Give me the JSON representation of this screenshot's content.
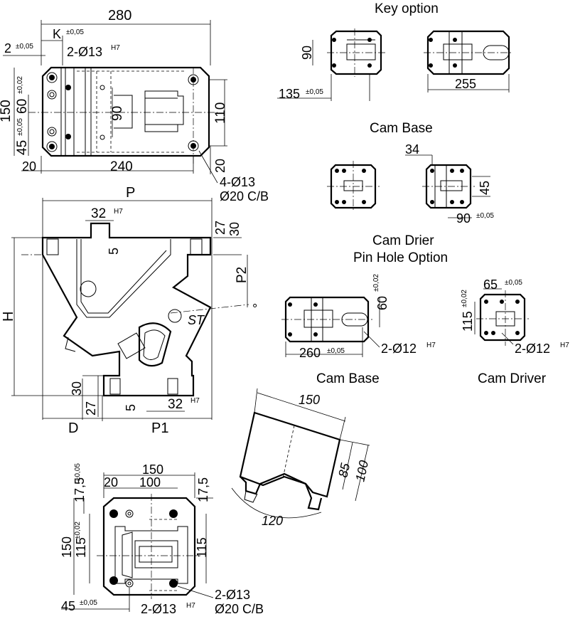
{
  "sections": {
    "key_option": "Key option",
    "cam_base_1": "Cam Base",
    "cam_drier": "Cam Drier",
    "pin_hole_option": "Pin Hole Option",
    "cam_base_2": "Cam Base",
    "cam_driver": "Cam Driver"
  },
  "top_view": {
    "d280": "280",
    "k": "K",
    "tol_005": "±0,05",
    "d2": "2",
    "holes_2_13": "2-Ø13",
    "h7": "H7",
    "d150": "150",
    "d60": "60",
    "tol_002": "±0,02",
    "d90": "90",
    "d45": "45",
    "d110": "110",
    "d20_left": "20",
    "d240": "240",
    "d20_right": "20",
    "holes_4_13": "4-Ø13",
    "cb20": "Ø20 C/B"
  },
  "side_view": {
    "p": "P",
    "d32": "32",
    "h7": "H7",
    "d27": "27",
    "d30": "30",
    "d5": "5",
    "p2": "P2",
    "deg": "°",
    "st": "ST",
    "h": "H",
    "d30b": "30",
    "d27b": "27",
    "d5b": "5",
    "d32b": "32",
    "h7b": "H7",
    "d": "D",
    "p1": "P1"
  },
  "key_option": {
    "d90": "90",
    "d135": "135",
    "tol": "±0,05",
    "d255": "255"
  },
  "cam_base_1": {
    "d34": "34",
    "d45": "45",
    "d90": "90",
    "tol": "±0,05"
  },
  "pin_hole": {
    "d60": "60",
    "tol60": "±0,02",
    "d260": "260",
    "tol260": "±0,05",
    "holes": "2-Ø12",
    "h7": "H7"
  },
  "cam_driver": {
    "d65": "65",
    "tol65": "±0,05",
    "d115": "115",
    "tol115": "±0,02",
    "holes": "2-Ø12",
    "h7": "H7"
  },
  "iso_view": {
    "d150": "150",
    "d85": "85",
    "d100": "100",
    "d120": "120"
  },
  "bottom_view": {
    "d150": "150",
    "d20": "20",
    "d100": "100",
    "d17_5_left": "17,5",
    "tol17": "±0,05",
    "d17_5_right": "17,5",
    "d150v": "150",
    "d115": "115",
    "tol115": "±0,02",
    "d115r": "115",
    "holes_2_13a": "2-Ø13",
    "cb20": "Ø20 C/B",
    "d45": "45",
    "tol45": "±0,05",
    "holes_2_13b": "2-Ø13",
    "h7": "H7"
  }
}
